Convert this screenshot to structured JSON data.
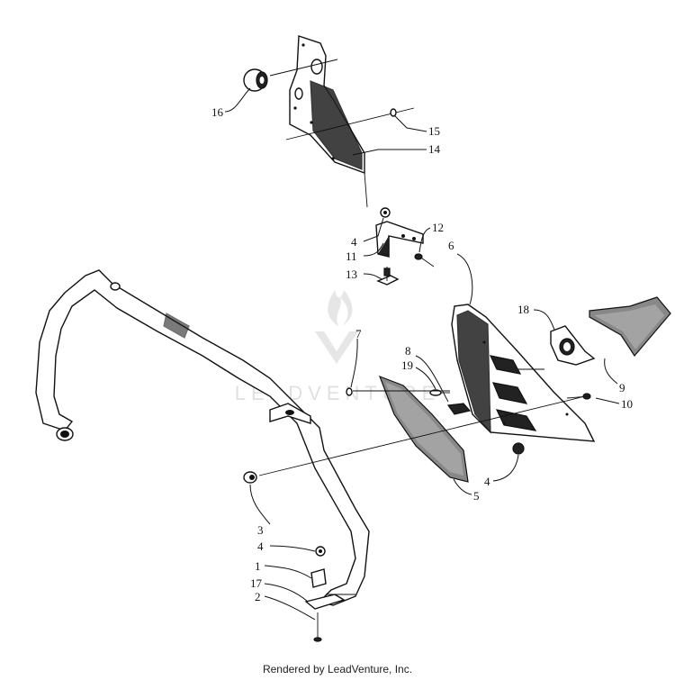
{
  "diagram": {
    "callouts": [
      {
        "id": "c16",
        "label": "16"
      },
      {
        "id": "c15",
        "label": "15"
      },
      {
        "id": "c14",
        "label": "14"
      },
      {
        "id": "c4a",
        "label": "4"
      },
      {
        "id": "c12",
        "label": "12"
      },
      {
        "id": "c6",
        "label": "6"
      },
      {
        "id": "c11",
        "label": "11"
      },
      {
        "id": "c13",
        "label": "13"
      },
      {
        "id": "c18",
        "label": "18"
      },
      {
        "id": "c7",
        "label": "7"
      },
      {
        "id": "c8",
        "label": "8"
      },
      {
        "id": "c19",
        "label": "19"
      },
      {
        "id": "c9",
        "label": "9"
      },
      {
        "id": "c10",
        "label": "10"
      },
      {
        "id": "c4b",
        "label": "4"
      },
      {
        "id": "c5",
        "label": "5"
      },
      {
        "id": "c3",
        "label": "3"
      },
      {
        "id": "c4c",
        "label": "4"
      },
      {
        "id": "c1",
        "label": "1"
      },
      {
        "id": "c17",
        "label": "17"
      },
      {
        "id": "c2",
        "label": "2"
      }
    ],
    "watermark": "LEADVENTURE"
  },
  "footer": {
    "text": "Rendered by LeadVenture, Inc."
  }
}
